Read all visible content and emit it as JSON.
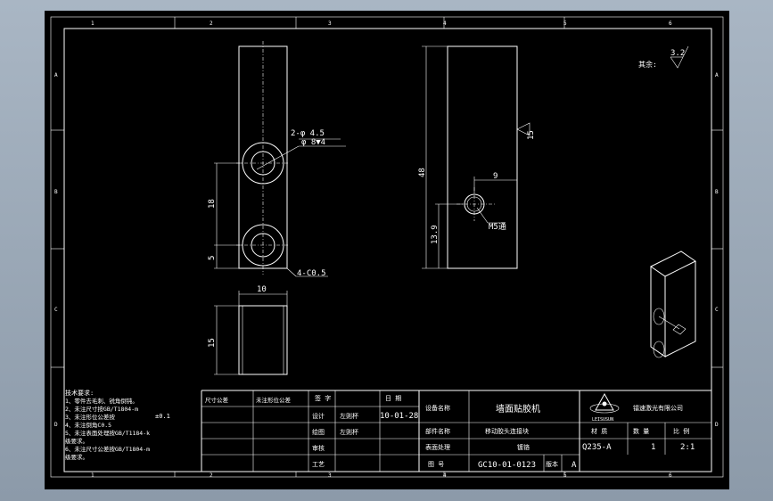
{
  "window": {
    "background": "#9aa7b5",
    "paper": "#000000",
    "ink": "#ffffff"
  },
  "grid": {
    "columns": [
      "1",
      "2",
      "3",
      "4",
      "5",
      "6"
    ],
    "rows": [
      "A",
      "B",
      "C",
      "D"
    ]
  },
  "roughness": {
    "label": "其余:",
    "value": "3.2"
  },
  "front_view": {
    "hole_callout_1": "2-φ 4.5",
    "hole_callout_2": "φ 8▼4",
    "dim_18": "18",
    "dim_5": "5",
    "chamfer": "4-C0.5"
  },
  "side_view": {
    "dim_48": "48",
    "dim_9": "9",
    "dim_13_9": "13.9",
    "thread": "M5通",
    "flat_mark": "15"
  },
  "bottom_view": {
    "dim_10": "10",
    "dim_15": "15"
  },
  "tech_notes": {
    "lines": [
      "技术要求:",
      "1、零件去毛刺、锐角倒钝。",
      "2、未注尺寸按GB/T1804-m",
      "3、未注形位公差按",
      "4、未注倒角C0.5",
      "5、未注表面处理按GB/T1184-k",
      "   级要求。",
      "6、未注尺寸公差按GB/T1804-m",
      "   级要求。"
    ],
    "tolerance": "±0.1"
  },
  "title_block": {
    "cell_size_text": "尺寸公差",
    "cell_geo_text": "未注形位公差",
    "sign_header": "签 字",
    "date_header": "日 期",
    "design": "设计",
    "designer": "左则杯",
    "design_date": "10-01-28",
    "draw": "绘图",
    "drawer": "左则杯",
    "review": "审核",
    "process": "工艺",
    "equip_label": "设备名称",
    "equip_value": "墙面贴胶机",
    "part_label": "部件名称",
    "part_value": "移动胶头连接块",
    "surface_label": "表面处理",
    "surface_value": "镀铬",
    "drawing_no_label": "图 号",
    "drawing_no": "GC10-01-0123",
    "version_label": "版本",
    "version": "A",
    "company": "镭速激光有限公司",
    "logo_text": "LEISUSUN",
    "material_label": "材 质",
    "material": "Q235-A",
    "qty_label": "数 量",
    "qty": "1",
    "scale_label": "比 例",
    "scale": "2:1"
  }
}
